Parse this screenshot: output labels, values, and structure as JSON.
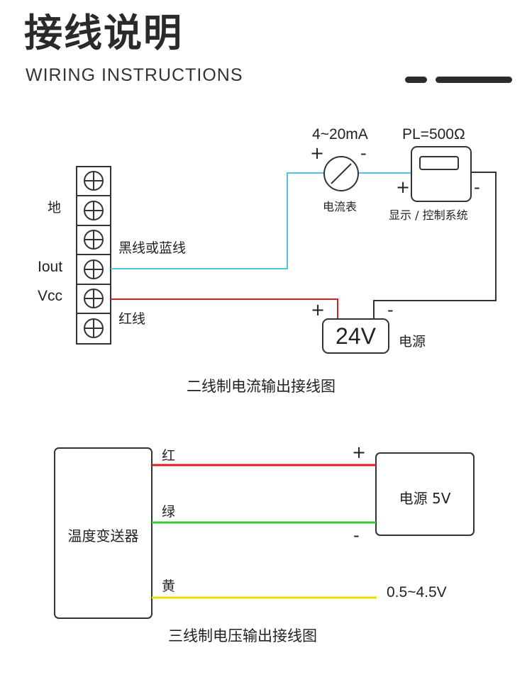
{
  "header": {
    "title": "接线说明",
    "subtitle": "WIRING INSTRUCTIONS"
  },
  "two_wire": {
    "terminal_labels": {
      "ground": "地",
      "iout": "Iout",
      "vcc": "Vcc"
    },
    "wire_labels": {
      "black_blue": "黑线或蓝线",
      "red": "红线"
    },
    "meter": {
      "range": "4~20mA",
      "plus": "+",
      "minus": "-",
      "label": "电流表"
    },
    "display": {
      "load": "PL=500Ω",
      "plus": "+",
      "minus": "-",
      "label": "显示 / 控制系统"
    },
    "supply": {
      "voltage": "24V",
      "plus": "+",
      "minus": "-",
      "label": "电源"
    },
    "caption": "二线制电流输出接线图"
  },
  "three_wire": {
    "transmitter": "温度变送器",
    "wire_labels": {
      "red": "红",
      "green": "绿",
      "yellow": "黄"
    },
    "supply": {
      "label": "电源 5V",
      "plus": "+",
      "minus": "-"
    },
    "output": "0.5~4.5V",
    "caption": "三线制电压输出接线图"
  },
  "colors": {
    "blue_wire": "#4fc3e8",
    "red_wire": "#d81e1e",
    "green_wire": "#33cc33",
    "yellow_wire": "#e8e000",
    "black_wire": "#333333"
  }
}
